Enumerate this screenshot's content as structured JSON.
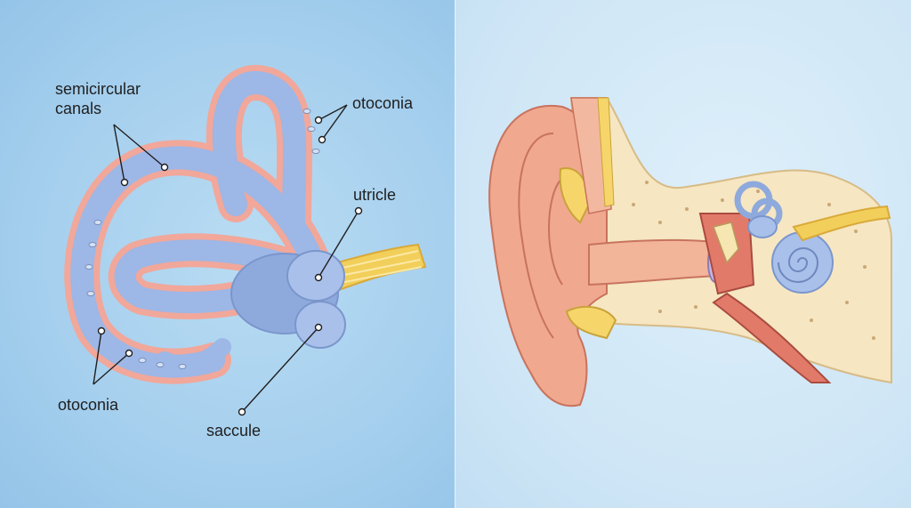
{
  "labels": {
    "semicircular_canals_line1": "semicircular",
    "semicircular_canals_line2": "canals",
    "otoconia_top": "otoconia",
    "utricle": "utricle",
    "otoconia_bottom": "otoconia",
    "saccule": "saccule"
  },
  "colors": {
    "labyrinth_fill": "#9db7e6",
    "labyrinth_outline": "#f1a79a",
    "nerve": "#f2cf5a",
    "skin": "#f0a88e",
    "bone": "#f6e6c2"
  }
}
